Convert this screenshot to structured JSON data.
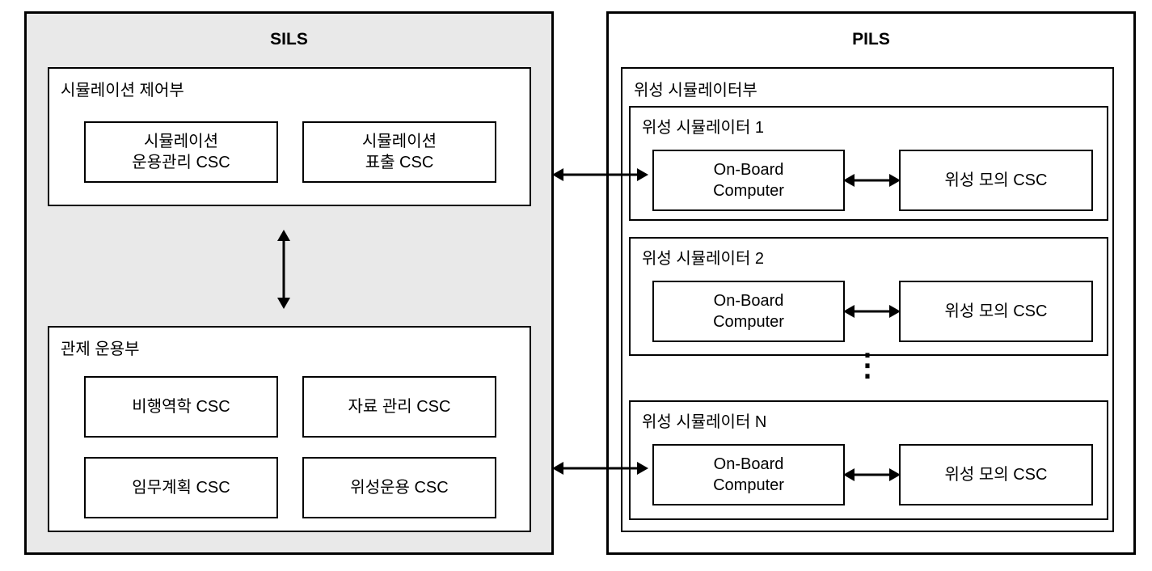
{
  "sils": {
    "title": "SILS",
    "control_unit": {
      "label": "시뮬레이션 제어부",
      "ops_mgmt_csc": "시뮬레이션\n운용관리 CSC",
      "display_csc": "시뮬레이션\n표출 CSC"
    },
    "ground_ops_unit": {
      "label": "관제 운용부",
      "flight_dynamics_csc": "비행역학 CSC",
      "data_mgmt_csc": "자료 관리 CSC",
      "mission_planning_csc": "임무계획 CSC",
      "satellite_ops_csc": "위성운용 CSC"
    }
  },
  "pils": {
    "title": "PILS",
    "simulator_unit": {
      "label": "위성 시뮬레이터부",
      "ellipsis": "⋮",
      "simulators": [
        {
          "label": "위성 시뮬레이터 1",
          "obc": "On-Board\nComputer",
          "sat_sim_csc": "위성 모의 CSC"
        },
        {
          "label": "위성 시뮬레이터 2",
          "obc": "On-Board\nComputer",
          "sat_sim_csc": "위성 모의 CSC"
        },
        {
          "label": "위성 시뮬레이터 N",
          "obc": "On-Board\nComputer",
          "sat_sim_csc": "위성 모의 CSC"
        }
      ]
    }
  }
}
